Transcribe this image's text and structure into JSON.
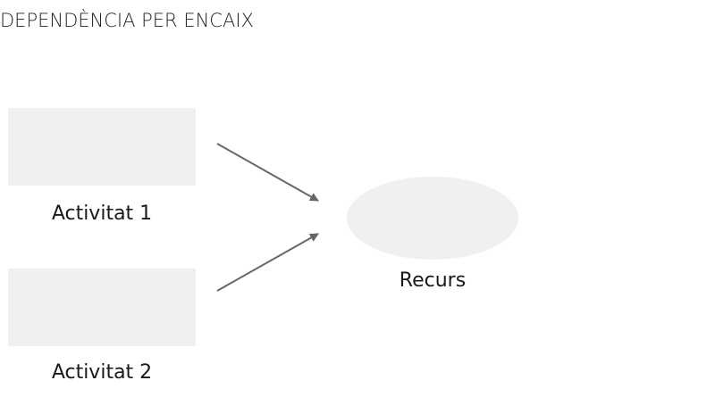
{
  "title": "DEPENDÈNCIA PER ENCAIX",
  "activities": [
    {
      "label": "Activitat 1"
    },
    {
      "label": "Activitat 2"
    }
  ],
  "resource": {
    "label": "Recurs"
  },
  "colors": {
    "shape_fill": "#f0f0f0",
    "arrow": "#666666",
    "text": "#1a1a1a"
  }
}
